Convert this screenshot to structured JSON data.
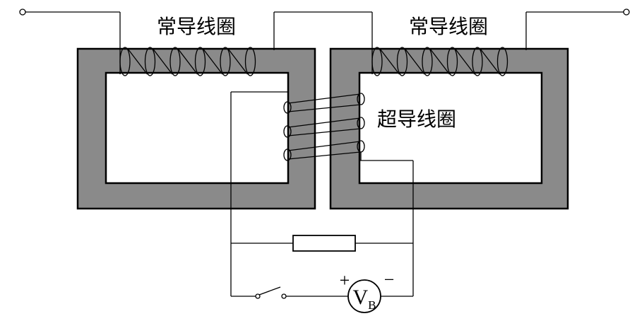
{
  "labels": {
    "left_coil": "常导线圈",
    "right_coil": "常导线圈",
    "super_coil": "超导线圈"
  },
  "source": {
    "plus": "+",
    "minus": "−",
    "letter": "V",
    "subscript": "B"
  },
  "colors": {
    "core_fill": "#8a8a8a",
    "stroke": "#000000",
    "background": "#ffffff"
  }
}
